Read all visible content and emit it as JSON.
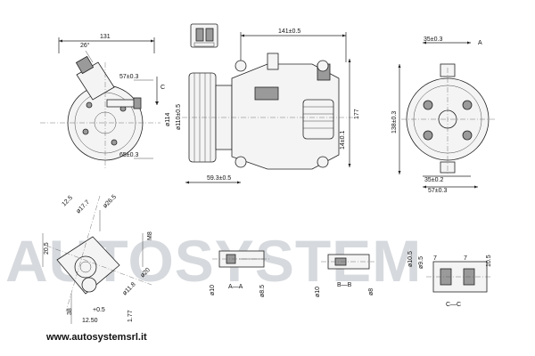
{
  "watermark": "AUTOSYSTEM",
  "website": "www.autosystemsrl.it",
  "dimensions": {
    "side_width": "131",
    "angle": "26°",
    "side_offset": "57±0.3",
    "side_offset_low": "65±0.3",
    "pulley_dia_a": "ø114",
    "pulley_dia_b": "ø110±0.5",
    "body_length": "141±0.5",
    "body_height": "177",
    "body_offset": "14±0.1",
    "pulley_to_mount": "59.3±0.5",
    "front_top": "35±0.3",
    "front_height": "138±0.3",
    "front_bottom": "35±0.2",
    "front_width": "57±0.3",
    "d1": "12.5",
    "d2": "ø17.7",
    "d3": "ø26.5",
    "d4": "20.5",
    "d5": "M8",
    "d6": "ø20",
    "d7": "ø11.8",
    "d8": "38",
    "d9": "12.50",
    "d10": "+0.5",
    "d11": "1.77",
    "d12": "ø10",
    "d13": "ø8.5",
    "d14": "ø10",
    "d15": "ø8",
    "d16": "ø10.5",
    "d17": "ø9.5",
    "d18": "7",
    "d19": "7",
    "d20": "10.5"
  },
  "sections": {
    "aa": "A—A",
    "bb": "B—B",
    "cc": "C—C",
    "a": "A",
    "c": "C"
  },
  "colors": {
    "line": "#222222",
    "watermark": "#d6d9dd",
    "background": "#ffffff"
  }
}
